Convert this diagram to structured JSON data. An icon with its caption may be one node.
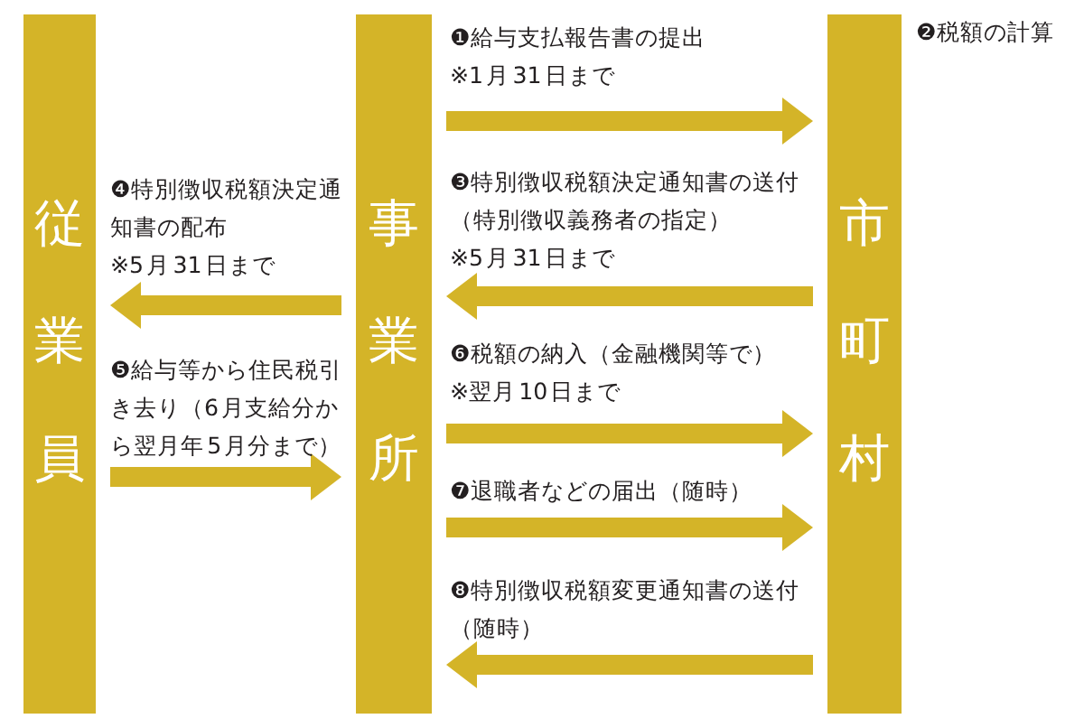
{
  "diagram": {
    "nodes": [
      {
        "text": [
          "従業員"
        ]
      },
      {
        "text": [
          "事業所"
        ]
      },
      {
        "text": [
          "市町村"
        ],
        "beside": [
          "❷税額の計算"
        ]
      }
    ],
    "edges": [
      {
        "from": 1,
        "to": 2,
        "arrow": "to",
        "label": "❶給与支払報告書の提出 ※1月31日まで"
      },
      {
        "from": 2,
        "to": 1,
        "arrow": "to",
        "label": "❸特別徴収税額決定通知書の送付（特別徴収義務者の指定） ※5月31日まで"
      },
      {
        "from": 1,
        "to": 0,
        "arrow": "to",
        "label": "❹特別徴収税額決定通知書の配布 ※5月31日まで"
      },
      {
        "from": 0,
        "to": 1,
        "arrow": "to",
        "label": "❺給与等から住民税引き去り（6月支給分から翌月年5月分まで）"
      },
      {
        "from": 1,
        "to": 2,
        "arrow": "to",
        "label": "❻税額の納入（金融機関等で） ※翌月10日まで"
      },
      {
        "from": 1,
        "to": 2,
        "arrow": "to",
        "label": "❼退職者などの届出（随時）"
      },
      {
        "from": 2,
        "to": 1,
        "arrow": "to",
        "label": "❽特別徴収税額変更通知書の送付（随時）"
      }
    ]
  }
}
